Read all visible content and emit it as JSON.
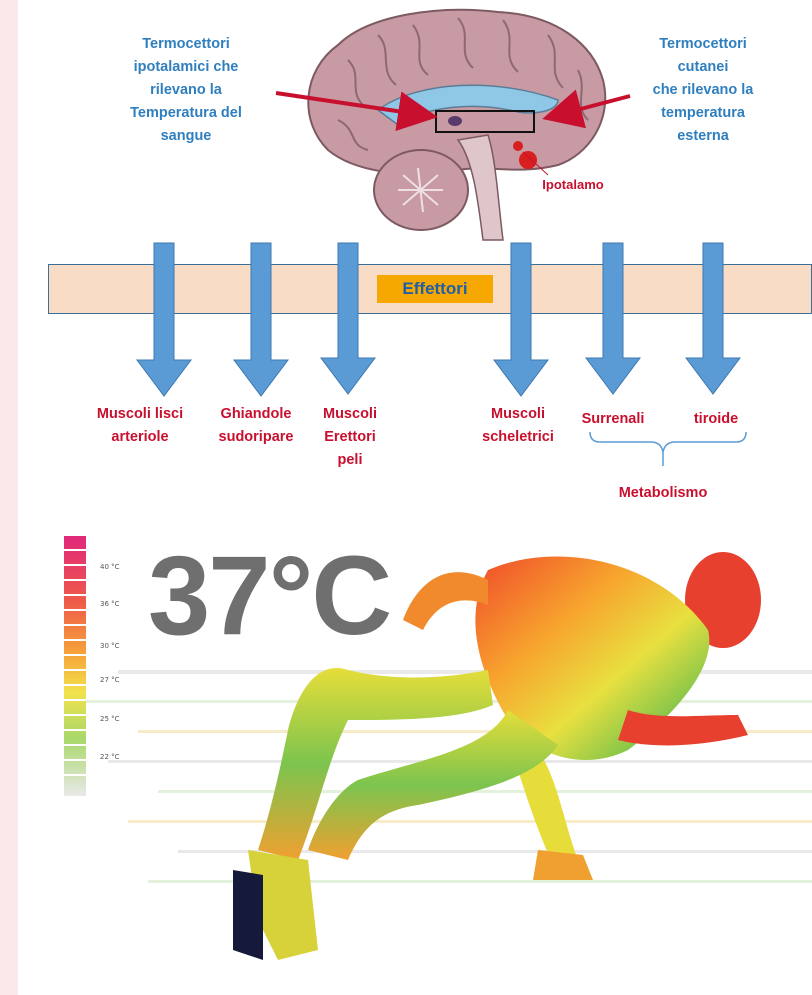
{
  "brain_labels": {
    "left": "Termocettori ipotalamici che rilevano la Temperatura del sangue",
    "left_lines": [
      "Termocettori",
      "ipotalamici che",
      "rilevano la",
      "Temperatura del",
      "sangue"
    ],
    "right_lines": [
      "Termocettori",
      "cutanei",
      "che rilevano la",
      "temperatura",
      "esterna"
    ],
    "hypothalamus": "Ipotalamo"
  },
  "effectors_label": "Effettori",
  "targets": [
    {
      "lines": [
        "Muscoli lisci",
        "arteriole"
      ]
    },
    {
      "lines": [
        "Ghiandole",
        "sudoripare"
      ]
    },
    {
      "lines": [
        "Muscoli",
        "Erettori",
        "peli"
      ]
    },
    {
      "lines": [
        "Muscoli",
        "scheletrici"
      ]
    },
    {
      "lines": [
        "Surrenali"
      ]
    },
    {
      "lines": [
        "tiroide"
      ]
    }
  ],
  "metabolism_label": "Metabolismo",
  "temperature": "37°C",
  "scale_labels": [
    "40 °C",
    "36 °C",
    "30 °C",
    "27 °C",
    "25 °C",
    "22 °C"
  ],
  "colors": {
    "arrow": "#5b9bd5",
    "label_blue": "#2f7fbf",
    "label_red": "#c8102e",
    "band": "#f8dcc5",
    "effettori_bg": "#f6a800"
  }
}
